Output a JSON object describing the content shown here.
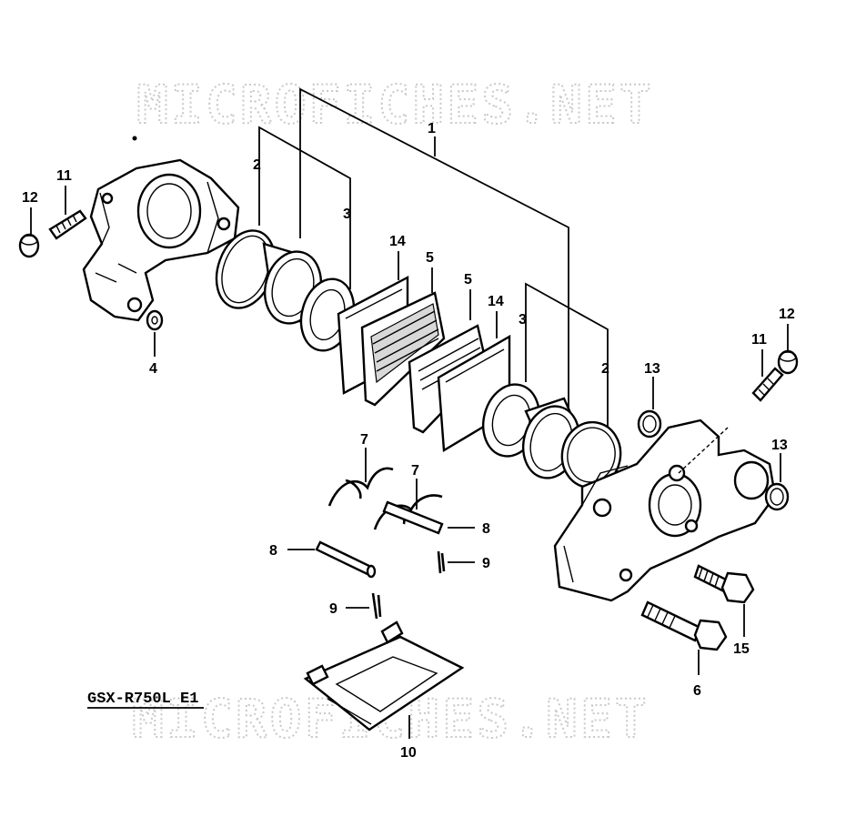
{
  "watermark": {
    "top": "MICROFICHES.NET",
    "bottom": "MICROFICHES.NET"
  },
  "model_code": "GSX-R750L E1",
  "callouts": {
    "n1": "1",
    "n2a": "2",
    "n2b": "2",
    "n3a": "3",
    "n3b": "3",
    "n4": "4",
    "n5a": "5",
    "n5b": "5",
    "n6": "6",
    "n7a": "7",
    "n7b": "7",
    "n8a": "8",
    "n8b": "8",
    "n9a": "9",
    "n9b": "9",
    "n10": "10",
    "n11a": "11",
    "n11b": "11",
    "n12a": "12",
    "n12b": "12",
    "n13a": "13",
    "n13b": "13",
    "n14a": "14",
    "n14b": "14",
    "n15": "15"
  }
}
